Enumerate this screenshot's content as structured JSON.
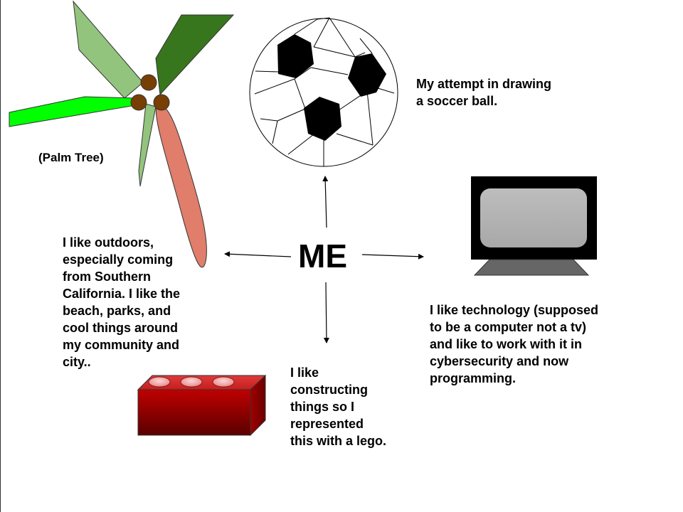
{
  "slide": {
    "center_title": "ME",
    "palm_caption": "(Palm Tree)",
    "soccer_text": "My attempt in drawing\na soccer ball.",
    "outdoors_text": "I like outdoors,\nespecially coming\nfrom Southern\nCalifornia. I like the\nbeach, parks, and\ncool things around\nmy community and\ncity..",
    "tech_text": "I like technology (supposed\nto be a computer not a tv)\nand like to work with it in\ncybersecurity and now\nprogramming.",
    "lego_text": "I like\nconstructing\nthings so I\nrepresented\nthis with a lego."
  },
  "colors": {
    "leaf_light": "#93c47d",
    "leaf_dark": "#38761d",
    "leaf_bright": "#00ff00",
    "leaf_salmon": "#e06666",
    "coconut": "#783f04",
    "lego_red": "#cc0000",
    "monitor_screen": "#b7b7b7",
    "monitor_stand": "#666666"
  },
  "icons": [
    "palm-tree-drawing",
    "soccer-ball-drawing",
    "computer-monitor-drawing",
    "lego-brick-drawing"
  ]
}
